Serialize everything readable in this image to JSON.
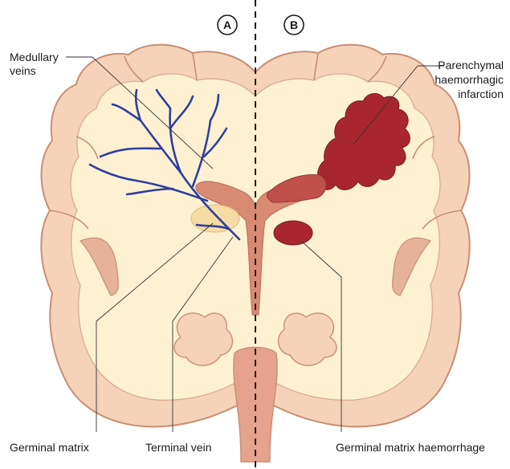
{
  "panels": {
    "a": "A",
    "b": "B"
  },
  "labels": {
    "medullary_veins": [
      "Medullary",
      "veins"
    ],
    "parenchymal_infarction": [
      "Parenchymal",
      "haemorrhagic",
      "infarction"
    ],
    "germinal_matrix": "Germinal matrix",
    "terminal_vein": "Terminal vein",
    "germinal_matrix_haemorrhage": "Germinal matrix haemorrhage"
  },
  "colors": {
    "cortex": "#f5d2b8",
    "cortex_edge": "#c98e74",
    "white_matter": "#fdf1d2",
    "ventricle": "#d88a72",
    "brainstem": "#e5a28c",
    "vein": "#2f3f9e",
    "haemorrhage": "#a8272f",
    "germinal_matrix": "#f6dca4"
  }
}
